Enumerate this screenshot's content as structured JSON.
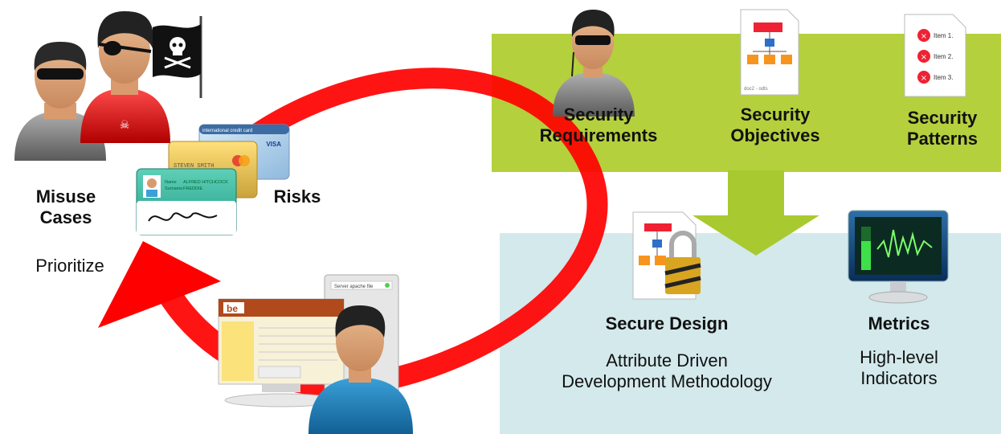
{
  "misuse": {
    "line1": "Misuse",
    "line2": "Cases",
    "sub": "Prioritize"
  },
  "risks": {
    "label": "Risks"
  },
  "security_requirements": {
    "line1": "Security",
    "line2": "Requirements"
  },
  "security_objectives": {
    "line1": "Security",
    "line2": "Objectives"
  },
  "security_patterns": {
    "line1": "Security",
    "line2": "Patterns",
    "items": [
      "Item 1.",
      "Item 2.",
      "Item 3."
    ]
  },
  "secure_design": {
    "title": "Secure Design",
    "line1": "Attribute Driven",
    "line2": "Development Methodology"
  },
  "metrics": {
    "title": "Metrics",
    "line1": "High-level",
    "line2": "Indicators"
  },
  "credit_card": {
    "header": "international credit card",
    "brand": "VISA",
    "name": "STEVEN SMITH"
  },
  "id_card": {
    "name_label": "Name",
    "name_value": "ALFRED HITCHCOCK",
    "surname_label": "Surname",
    "surname_value": "FREDDIE"
  },
  "server": {
    "label": "Server apache file"
  },
  "doc": {
    "caption": "doc2 - odts"
  },
  "website": {
    "logo": "be"
  },
  "colors": {
    "green_panel": "#b4d03c",
    "blue_panel": "#d3e9ec",
    "cycle_arrow": "#ff0000",
    "down_arrow": "#a8c930"
  },
  "icons": [
    "pirate-flag-icon",
    "hacker-icon",
    "credit-card-icon",
    "id-card-icon",
    "security-officer-icon",
    "org-chart-document-icon",
    "checklist-document-icon",
    "locked-document-icon",
    "monitor-waveform-icon",
    "computer-website-icon",
    "user-icon"
  ]
}
